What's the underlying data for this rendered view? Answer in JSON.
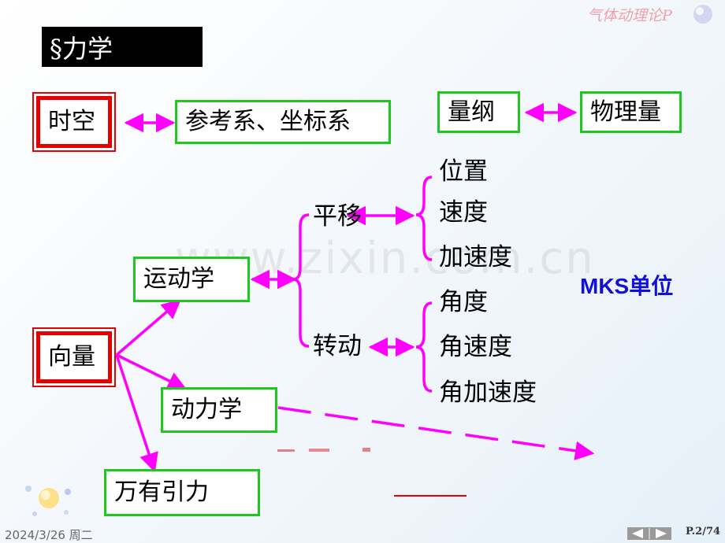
{
  "header": {
    "logo_text": "气体动理论",
    "logo_letter": "P"
  },
  "title": "§力学",
  "nodes": {
    "shikong": "时空",
    "cankaoxi": "参考系、坐标系",
    "liangang": "量纲",
    "wuliliang": "物理量",
    "yundongxue": "运动学",
    "xiangliang": "向量",
    "donglixue": "动力学",
    "wanyouyinli": "万有引力"
  },
  "branches": {
    "pingyi": "平移",
    "zhuandong": "转动",
    "pingyi_items": [
      "位置",
      "速度",
      "加速度"
    ],
    "zhuandong_items": [
      "角度",
      "角速度",
      "角加速度"
    ]
  },
  "mks": "MKS单位",
  "watermark": "www.zixin.com.cn",
  "footer": {
    "date": "2024/3/26 周二",
    "page": "P.2/74"
  },
  "colors": {
    "arrow": "#ff00ff",
    "box_border": "#1ec81e",
    "red_border": "#e60000",
    "mks": "#1010d8"
  }
}
